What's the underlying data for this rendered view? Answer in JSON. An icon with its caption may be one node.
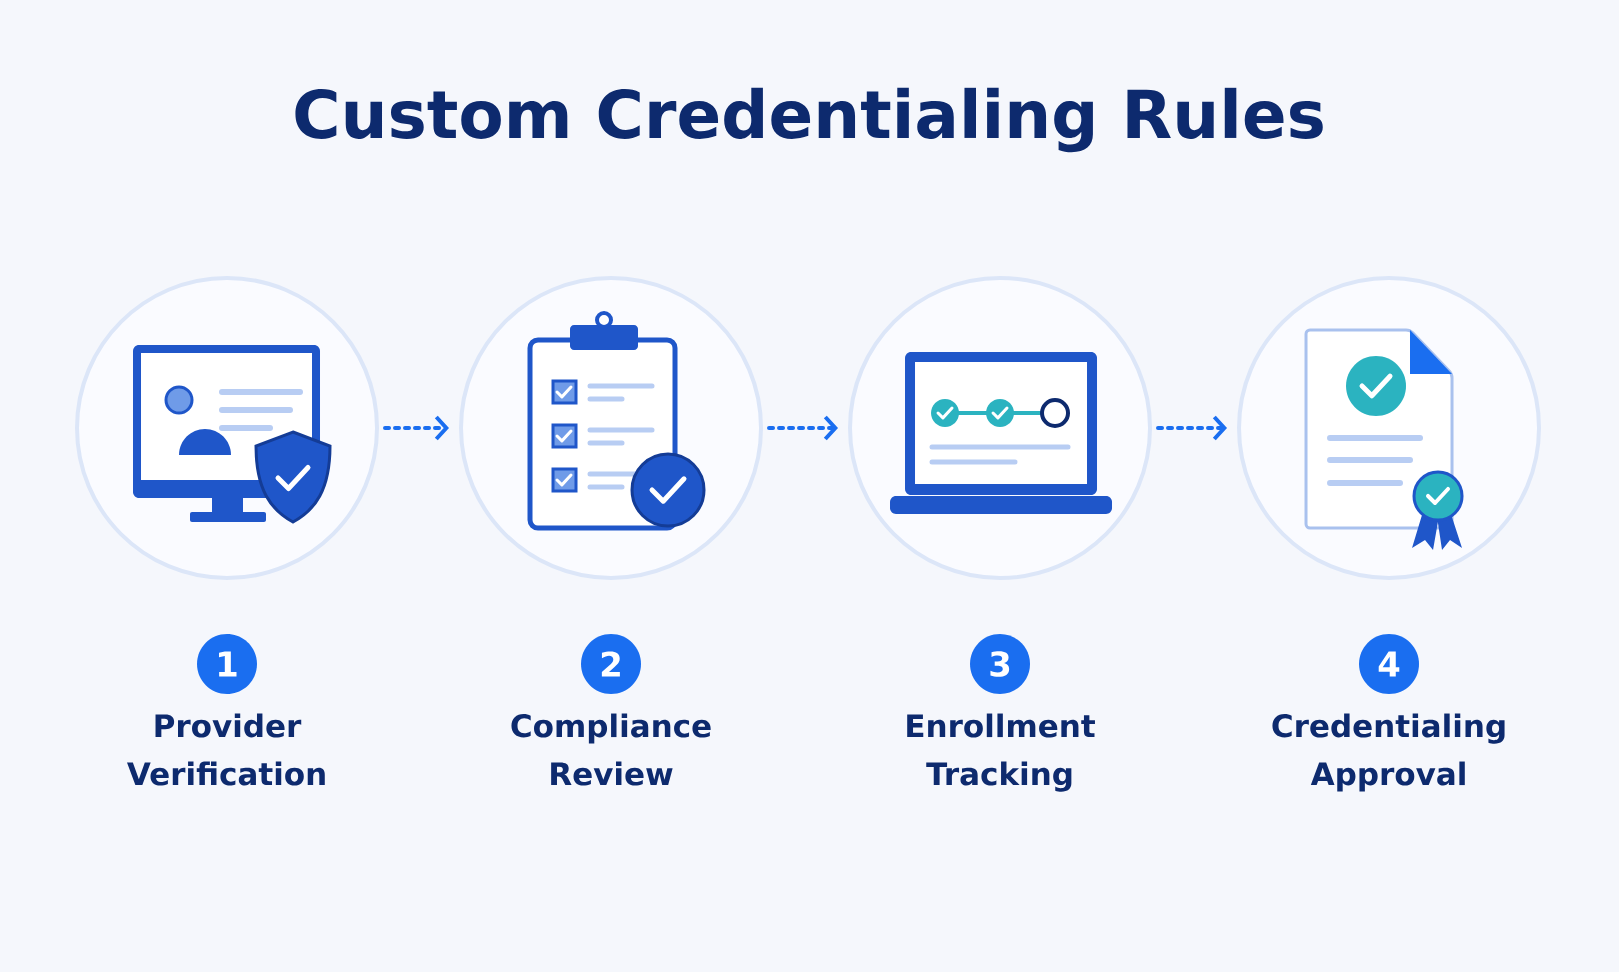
{
  "diagram": {
    "title": "Custom Credentialing Rules",
    "nodes": [
      {
        "text": [
          "1",
          "Provider Verification"
        ]
      },
      {
        "text": [
          "2",
          "Compliance Review"
        ]
      },
      {
        "text": [
          "3",
          "Enrollment Tracking"
        ]
      },
      {
        "text": [
          "4",
          "Credentialing Approval"
        ]
      }
    ],
    "edges": [
      {
        "from": 0,
        "to": 1,
        "arrow": "to",
        "style": "dashed"
      },
      {
        "from": 1,
        "to": 2,
        "arrow": "to",
        "style": "dashed"
      },
      {
        "from": 2,
        "to": 3,
        "arrow": "to",
        "style": "dashed"
      }
    ]
  }
}
